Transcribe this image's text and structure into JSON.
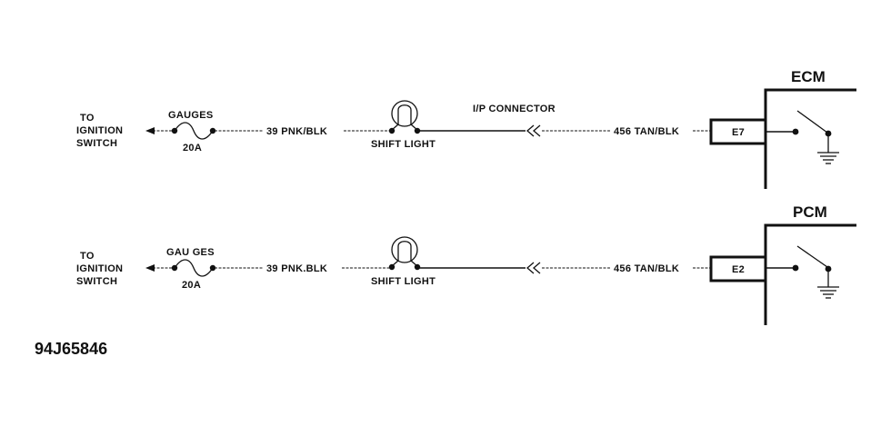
{
  "circuits": [
    {
      "to_label": [
        "TO",
        "IGNITION",
        "SWITCH"
      ],
      "fuse_name": "GAUGES",
      "fuse_rating": "20A",
      "wire_left": "39 PNK/BLK",
      "lamp_label": "SHIFT LIGHT",
      "connector_label": "I/P CONNECTOR",
      "wire_right": "456 TAN/BLK",
      "pin": "E7",
      "module": "ECM"
    },
    {
      "to_label": [
        "TO",
        "IGNITION",
        "SWITCH"
      ],
      "fuse_name": "GAU GES",
      "fuse_rating": "20A",
      "wire_left": "39 PNK.BLK",
      "lamp_label": "SHIFT LIGHT",
      "connector_label": "",
      "wire_right": "456 TAN/BLK",
      "pin": "E2",
      "module": "PCM"
    }
  ],
  "figure_code": "94J65846"
}
